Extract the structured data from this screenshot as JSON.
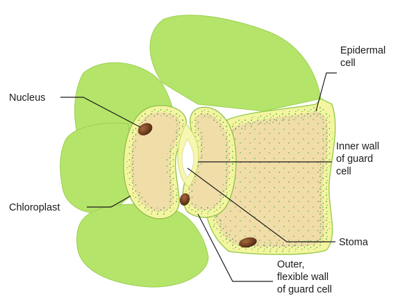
{
  "labels": {
    "nucleus": "Nucleus",
    "epidermal_cell": [
      "Epidermal",
      "cell"
    ],
    "inner_wall": [
      "Inner wall",
      "of guard",
      "cell"
    ],
    "chloroplast": "Chloroplast",
    "stoma": "Stoma",
    "outer_wall": [
      "Outer,",
      "flexible wall",
      "of guard cell"
    ]
  },
  "colors": {
    "epidermal_green": "#b5e46a",
    "cell_wall_yellow": "#f4f5a0",
    "cytoplasm_tan": "#f1dda8",
    "chloroplast_green": "#3f9a3a",
    "nucleus_brown": "#6b3a1a",
    "stoma_pore": "#ffffff",
    "text": "#1a1a1a"
  }
}
